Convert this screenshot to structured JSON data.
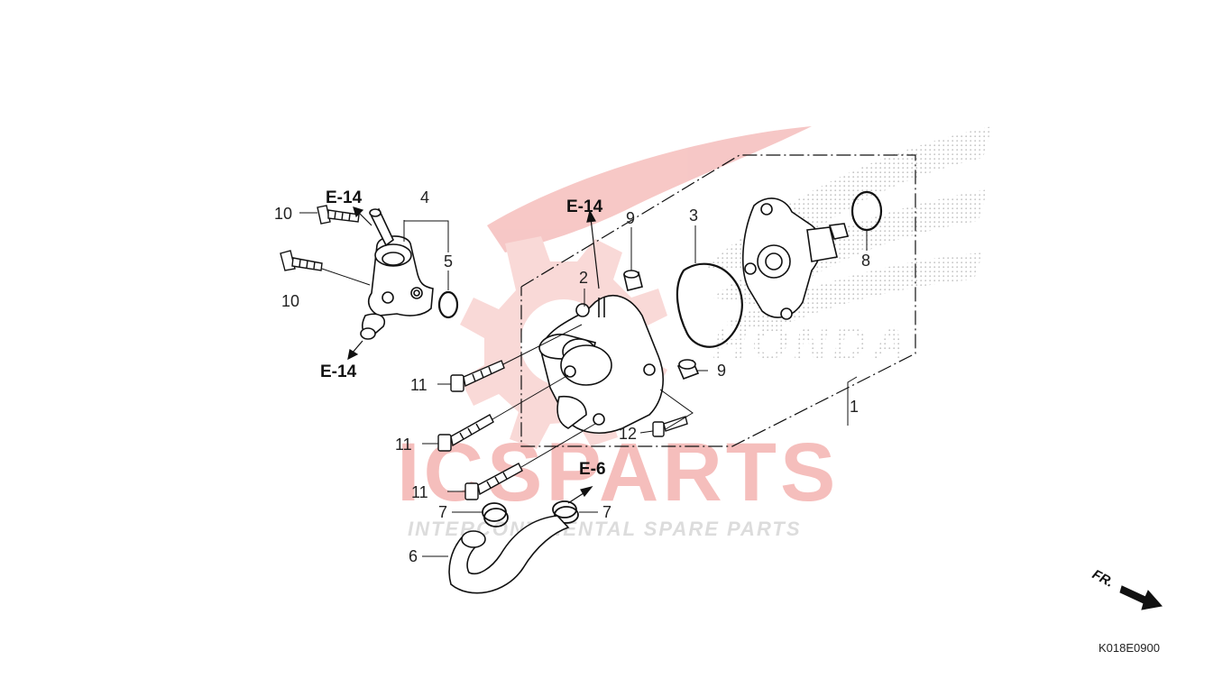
{
  "diagram_code": "K018E0900",
  "direction_label": "FR.",
  "watermark": {
    "brand": "ICSPARTS",
    "tagline": "INTERCONTINENTAL SPARE PARTS",
    "maker_mark": "HONDA",
    "color_red": "#e8302a",
    "color_gray": "#9a9a9a"
  },
  "references": {
    "e14_top_left": "E-14",
    "e14_bottom_left": "E-14",
    "e14_center": "E-14",
    "e6": "E-6"
  },
  "callouts": {
    "p1": "1",
    "p2": "2",
    "p3": "3",
    "p4": "4",
    "p5": "5",
    "p6": "6",
    "p7a": "7",
    "p7b": "7",
    "p8": "8",
    "p9a": "9",
    "p9b": "9",
    "p10a": "10",
    "p10b": "10",
    "p11a": "11",
    "p11b": "11",
    "p11c": "11",
    "p12": "12"
  },
  "colors": {
    "line": "#111111",
    "stipple": "#cfcfcf"
  }
}
